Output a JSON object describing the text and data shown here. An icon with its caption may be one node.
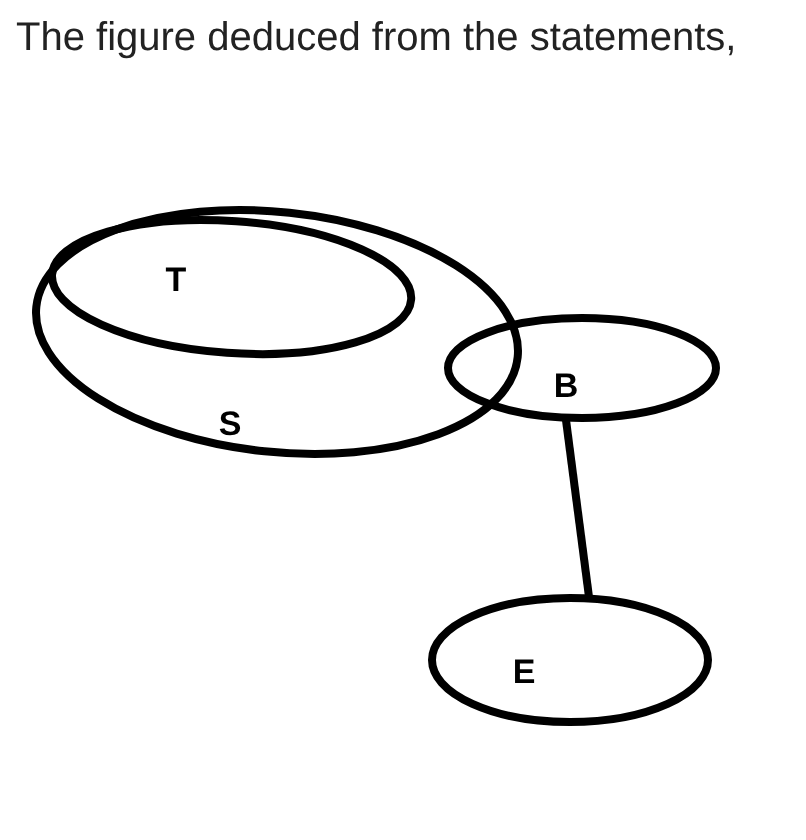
{
  "diagram": {
    "title": "The figure deduced from the statements,",
    "nodes": [
      {
        "text": [
          "S"
        ]
      },
      {
        "text": [
          "T"
        ],
        "in": 0
      },
      {
        "text": [
          "B"
        ]
      },
      {
        "text": [
          "E"
        ]
      }
    ],
    "edges": [
      {
        "from": 2,
        "to": 3,
        "arrow": "none"
      }
    ]
  }
}
